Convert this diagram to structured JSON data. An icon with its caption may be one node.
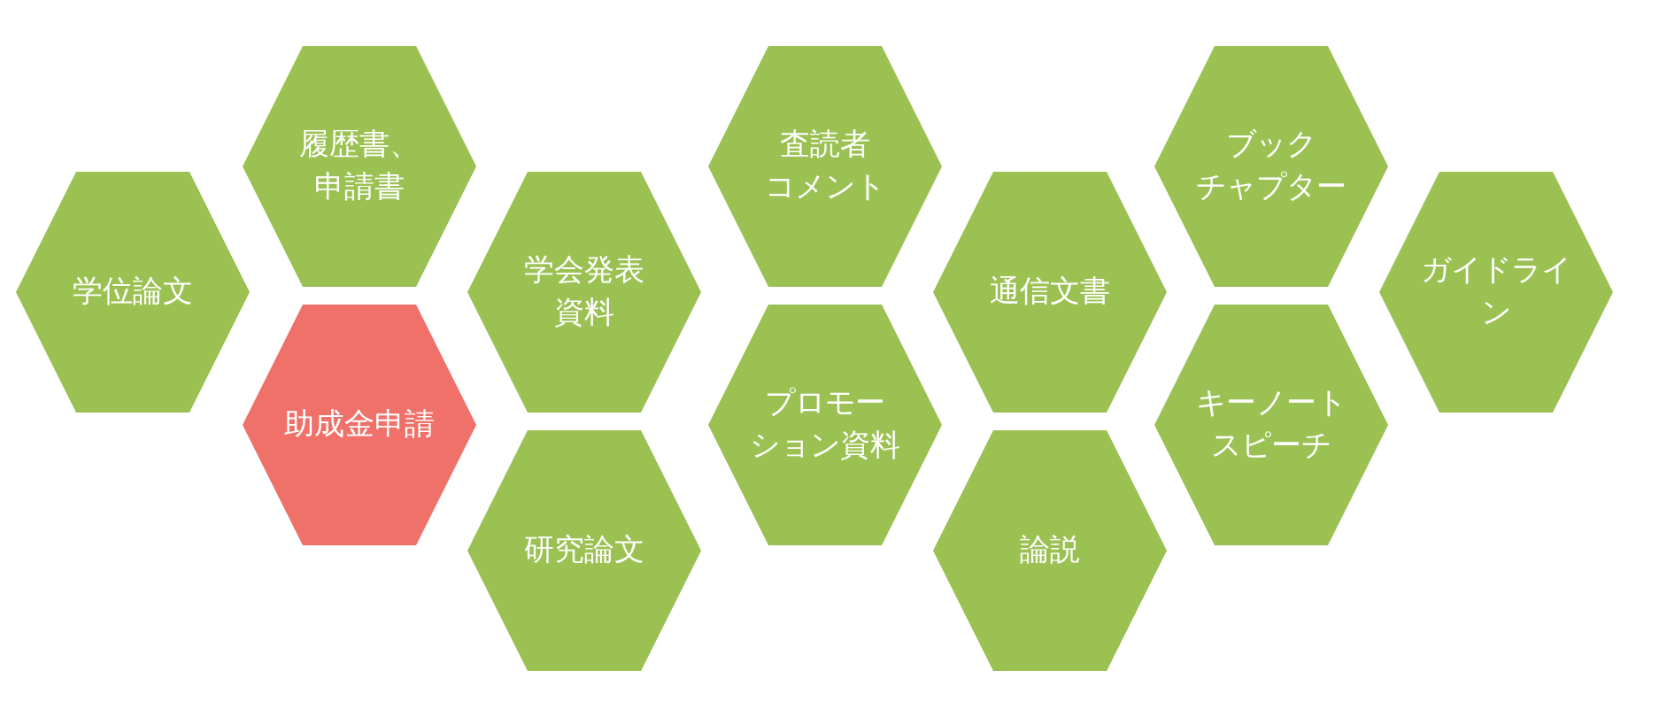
{
  "diagram": {
    "nodes": [
      {
        "text": [
          "学位論文"
        ]
      },
      {
        "text": [
          "履歴書、申請書"
        ]
      },
      {
        "text": [
          "助成金申請"
        ]
      },
      {
        "text": [
          "学会発表資料"
        ]
      },
      {
        "text": [
          "研究論文"
        ]
      },
      {
        "text": [
          "査読者コメント"
        ]
      },
      {
        "text": [
          "プロモーション資料"
        ]
      },
      {
        "text": [
          "通信文書"
        ]
      },
      {
        "text": [
          "論説"
        ]
      },
      {
        "text": [
          "ブックチャプター"
        ]
      },
      {
        "text": [
          "キーノートスピーチ"
        ]
      },
      {
        "text": [
          "ガイドライン"
        ]
      }
    ]
  }
}
